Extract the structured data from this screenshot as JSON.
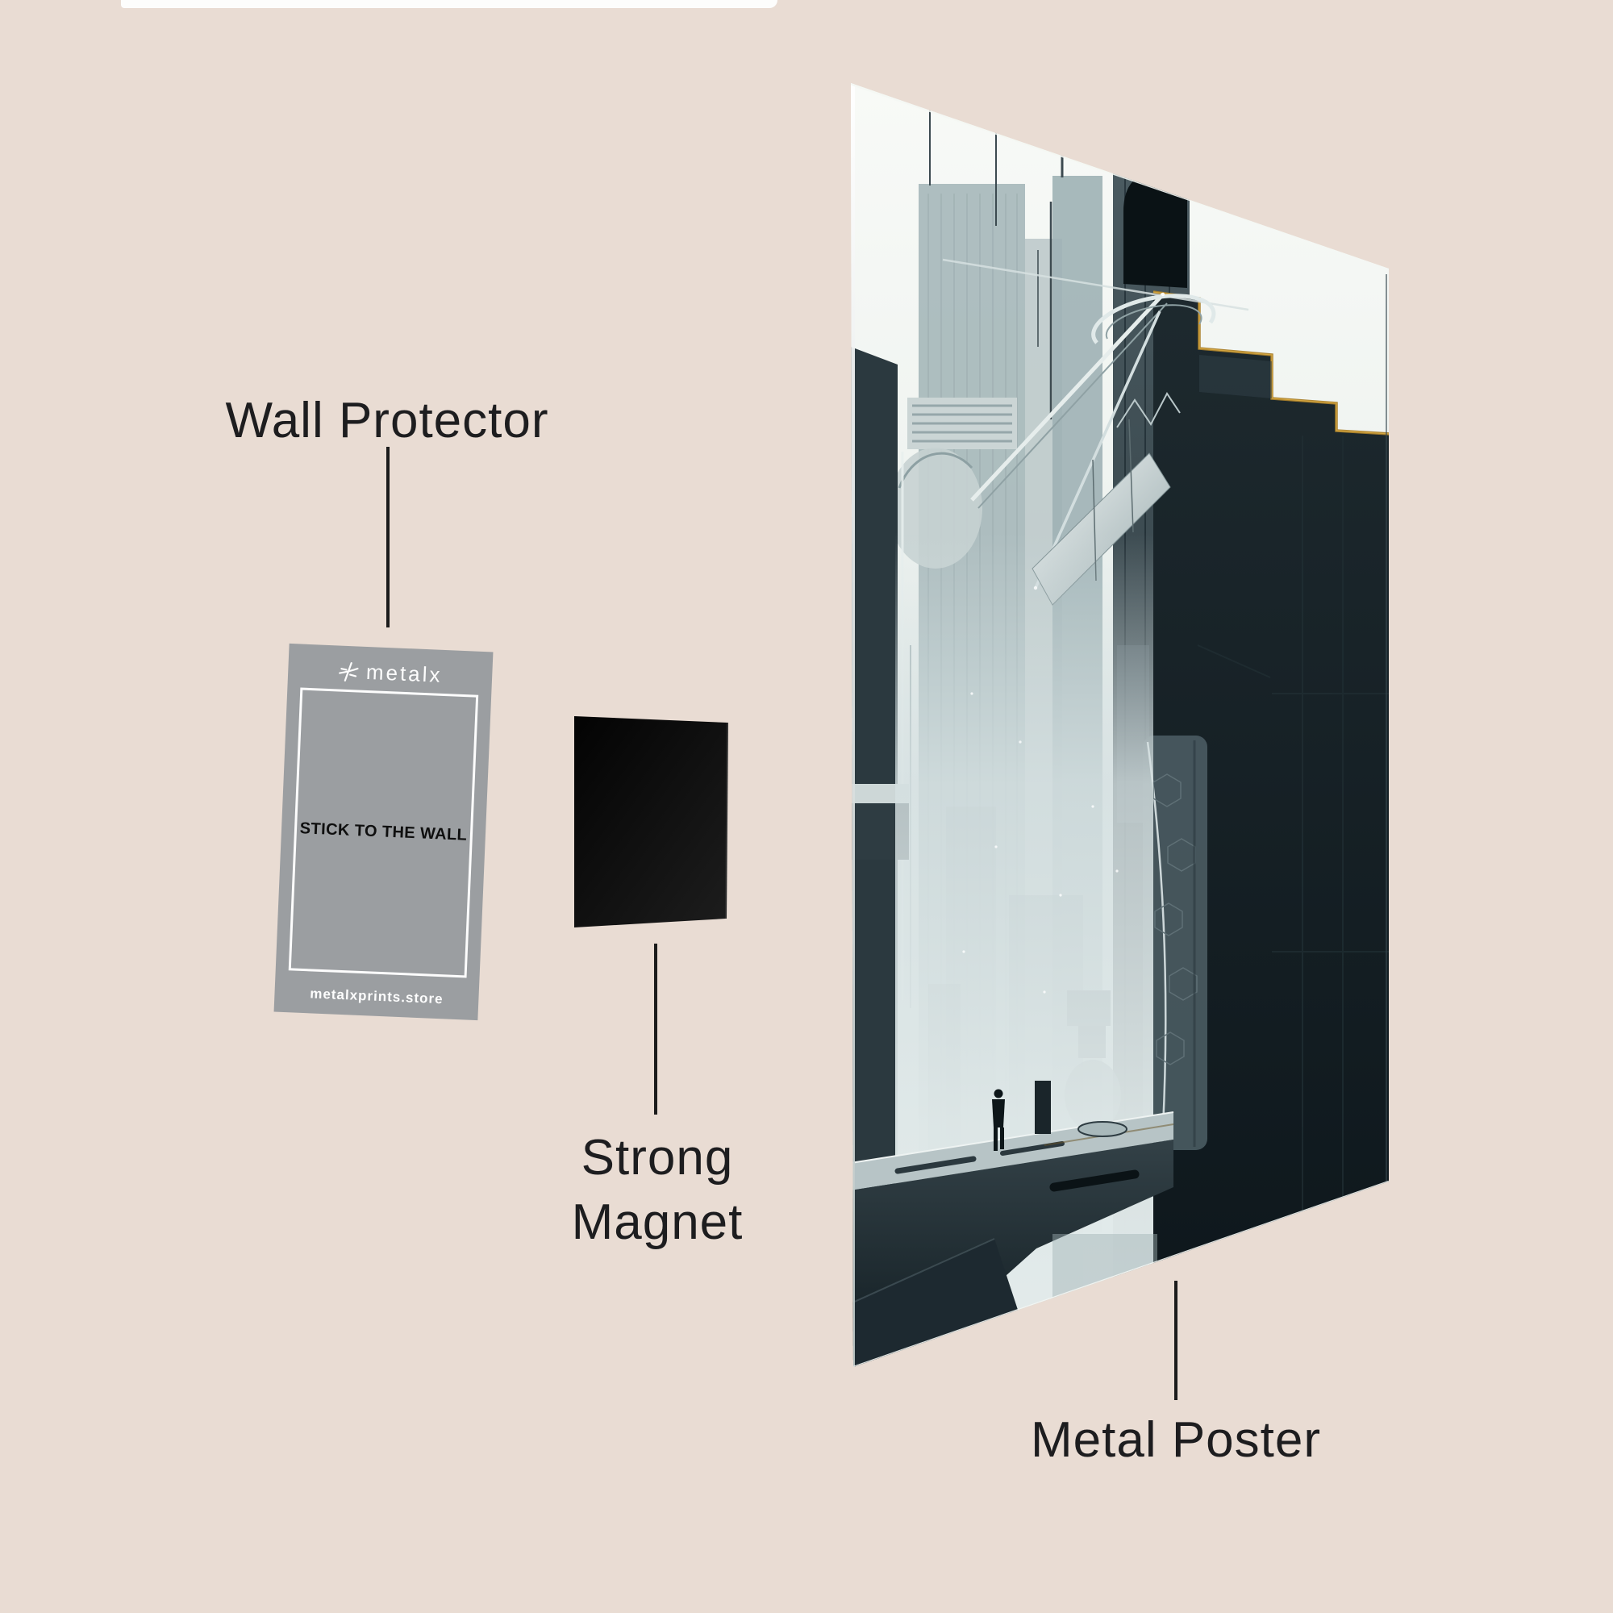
{
  "scene": {
    "background_color": "#e9dcd3",
    "top_strip_color": "#fdfdfc",
    "leader_line_color": "#1b1b1b",
    "label_text_color": "#1d1d1f"
  },
  "labels": {
    "wall_protector": "Wall Protector",
    "strong_magnet_line1": "Strong",
    "strong_magnet_line2": "Magnet",
    "metal_poster": "Metal Poster"
  },
  "wall_protector_card": {
    "brand_name": "metalx",
    "logo_icon": "metalx-crossed-strokes-icon",
    "center_text": "STICK TO THE WALL",
    "footer_text": "metalxprints.store",
    "card_color": "#9b9ea1",
    "light_text_color": "#fdfdfd",
    "dark_text_color": "#0f0f0f"
  },
  "magnet": {
    "color": "#0a0a0a"
  },
  "poster": {
    "art_theme": "futuristic-city-canyon-with-lone-figure-on-skybridge",
    "palette": {
      "sky": "#f7f9f6",
      "mist": "#d6e1e2",
      "light_building": "#a7b8bb",
      "dark_building": "#2b393f",
      "deep_shadow": "#121d22",
      "rim_light": "#aa7f2b",
      "steel_highlight": "#e6edec"
    }
  }
}
